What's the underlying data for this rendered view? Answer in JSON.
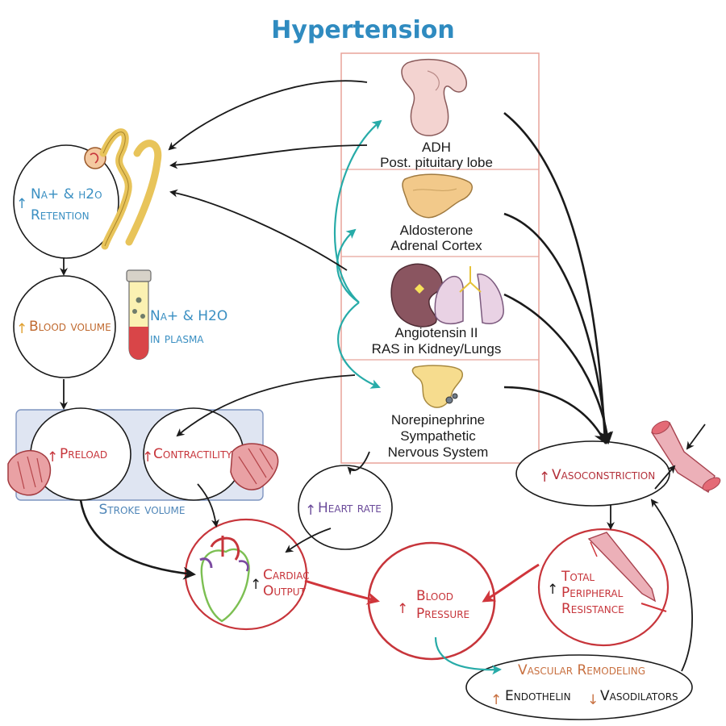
{
  "title": "Hypertension",
  "colors": {
    "title": "#2f8bc0",
    "retention": "#3a8fc2",
    "blood_volume": "#c06a30",
    "up_arrow_orange": "#e0a030",
    "preload": "#c7353b",
    "stroke_volume": "#4f86b8",
    "heart_rate": "#6b4b9a",
    "vasoconstriction": "#b3303a",
    "cardiac": "#c7353b",
    "pressure": "#c7353b",
    "tpr": "#c7353b",
    "remodeling": "#c87040",
    "teal_arrow": "#27aba8",
    "panel_border": "#e8a39a"
  },
  "nodes": {
    "retention": {
      "arrow": "↑",
      "line1": "Na+ & h2o",
      "line2": "Retention"
    },
    "blood_volume": {
      "arrow": "↑",
      "label": "Blood volume"
    },
    "plasma": {
      "line1": "Na+ & H2O",
      "line2": "in plasma"
    },
    "preload": {
      "arrow": "↑",
      "label": "Preload"
    },
    "contractility": {
      "arrow": "↑",
      "label": "Contractility"
    },
    "stroke_volume": {
      "label": "Stroke volume"
    },
    "heart_rate": {
      "arrow": "↑",
      "label": "Heart rate"
    },
    "cardiac_output": {
      "arrow": "↑",
      "line1": "Cardiac",
      "line2": "Output"
    },
    "blood_pressure": {
      "arrow": "↑",
      "line1": "Blood",
      "line2": "Pressure"
    },
    "tpr": {
      "arrow": "↑",
      "line1": "Total",
      "line2": "Peripheral",
      "line3": "Resistance"
    },
    "vasoconstriction": {
      "arrow": "↑",
      "label": "Vasoconstriction"
    },
    "remodeling": {
      "title": "Vascular Remodeling",
      "up_arrow": "↑",
      "endothelin": "Endothelin",
      "down_arrow": "↓",
      "vasodilators": "Vasodilators"
    }
  },
  "panel": {
    "adh": {
      "line1": "ADH",
      "line2": "Post. pituitary lobe"
    },
    "aldosterone": {
      "line1": "Aldosterone",
      "line2": "Adrenal Cortex"
    },
    "angiotensin": {
      "line1": "Angiotensin II",
      "line2": "RAS in Kidney/Lungs"
    },
    "norepinephrine": {
      "line1": "Norepinephrine",
      "line2": "Sympathetic",
      "line3": "Nervous System"
    }
  }
}
